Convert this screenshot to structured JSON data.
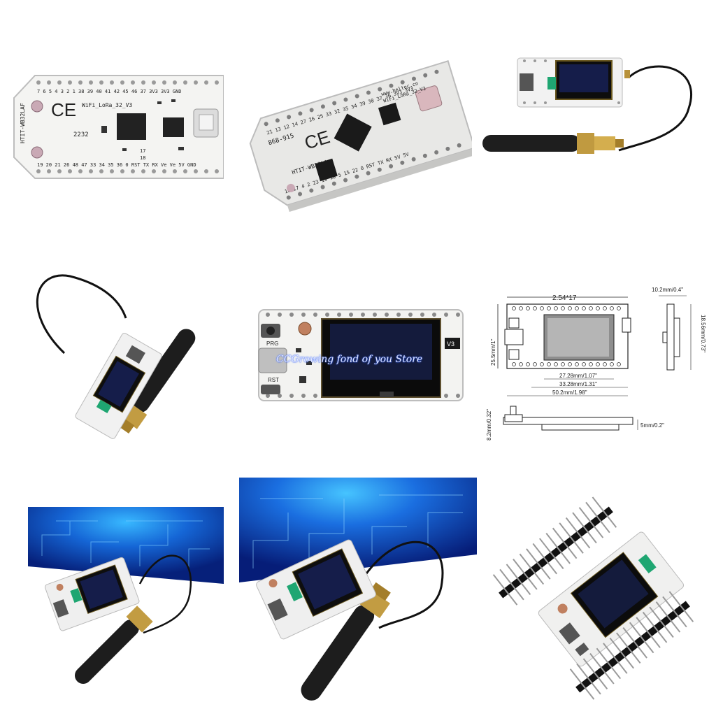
{
  "gallery": {
    "panel1": {
      "board_name_1": "HTIT-WB32LAF",
      "board_name_2": "HTIT-WB32LAF",
      "product": "WiFi_LoRa_32_V3",
      "ce": "CE",
      "code": "2232",
      "top_pins": "7  6  5  4  3   2   1  38  39  40  41  42  45  46  37  3V3 3V3 GND",
      "bottom_pins": "19  20  21  26  48  47  33  34  35  36   0  RST  TX  RX  Ve  Ve  5V  GND",
      "side_pins": [
        "17",
        "18"
      ]
    },
    "panel2": {
      "board_name": "HTIT-WB32LA",
      "freq": "868-915",
      "ce": "CE",
      "product": "WiFi_LoRa_32_V2",
      "site": "www.heltec.cn",
      "top_pins": "21 13 12 14 27 26 25 33 32 35 34 39 38 37 36 3V3 3V3",
      "bottom_pins": "16 17 4  2  23 19 18 5  15 22  0  RST TX  RX  5V  5V"
    },
    "panel5": {
      "prg": "PRG",
      "rst": "RST",
      "version": "V3",
      "watermark": "CCGrowing fond of you Store"
    },
    "panel6": {
      "pitch": "2.54*17",
      "height": "25.5mm/1\"",
      "thickness": "10.2mm/0.4\"",
      "side_height": "18.56mm/0.73\"",
      "screen_w": "27.28mm/1.07\"",
      "screen_offset": "33.28mm/1.31\"",
      "length": "50.2mm/1.98\"",
      "side_gap": "8.2mm/0.32\"",
      "pcb_gap": "5mm/0.2\""
    }
  }
}
